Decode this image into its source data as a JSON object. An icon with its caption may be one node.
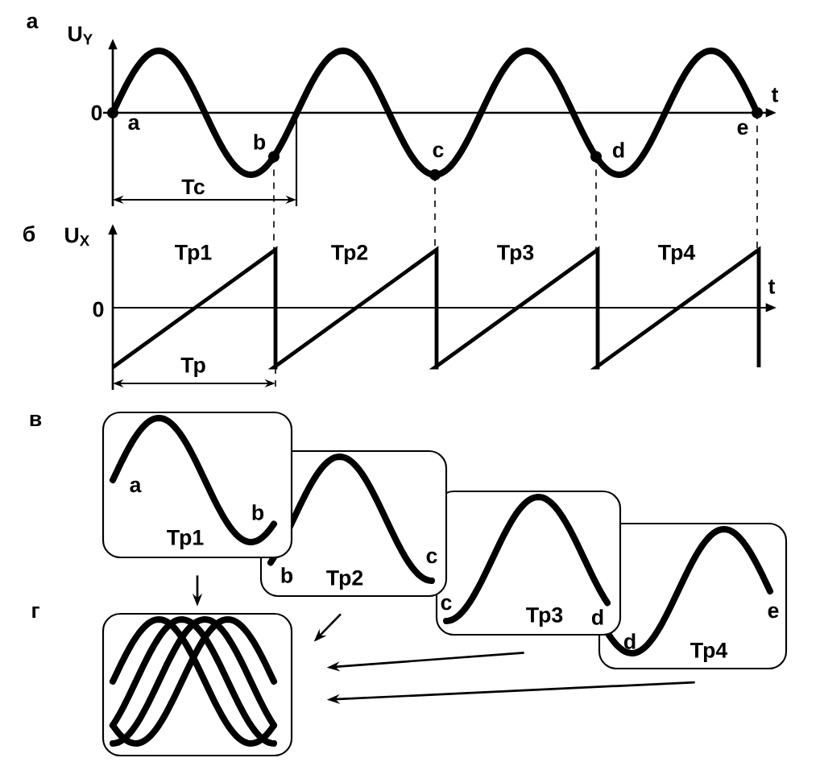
{
  "diagram": {
    "nodes": [
      {
        "text": [
          "a",
          "b",
          "Тр1"
        ]
      },
      {
        "text": [
          "b",
          "c",
          "Тр2"
        ]
      },
      {
        "text": [
          "c",
          "Тр3",
          "d"
        ]
      },
      {
        "text": [
          "d",
          "Тр4",
          "e"
        ]
      },
      {
        "text": [],
        "shape": "box"
      }
    ],
    "edges": [
      {
        "from": 0,
        "to": 4,
        "arrow": "to"
      },
      {
        "from": 1,
        "to": 4,
        "arrow": "to"
      },
      {
        "from": 2,
        "to": 4,
        "arrow": "to"
      },
      {
        "from": 3,
        "to": 4,
        "arrow": "to"
      }
    ],
    "labels": [
      "а",
      "U$_{Y}$",
      "t",
      "0",
      "a",
      "b",
      "c",
      "d",
      "e",
      "Тс",
      "б",
      "U$_{X}$",
      "Тр1",
      "Тр2",
      "Тр3",
      "Тр4",
      "t",
      "0",
      "Тр",
      "в",
      "г"
    ]
  }
}
